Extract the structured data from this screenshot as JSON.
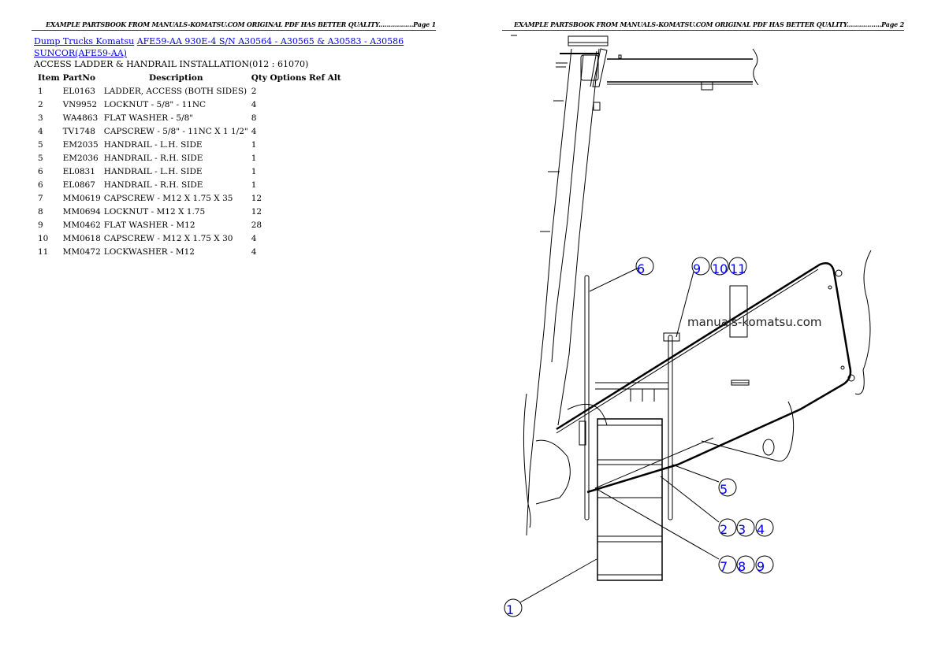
{
  "pages": [
    {
      "header": "EXAMPLE PARTSBOOK FROM MANUALS-KOMATSU.COM ORIGINAL PDF HAS BETTER QUALITY.................Page 1"
    },
    {
      "header": "EXAMPLE PARTSBOOK FROM MANUALS-KOMATSU.COM ORIGINAL PDF HAS BETTER QUALITY.................Page 2"
    }
  ],
  "breadcrumb": {
    "link1": "Dump Trucks Komatsu",
    "link2": "AFE59-AA 930E-4 S/N A30564 - A30565 & A30583 - A30586 SUNCOR(AFE59-AA)"
  },
  "section_title": "ACCESS LADDER & HANDRAIL INSTALLATION(012 : 61070)",
  "table": {
    "headers": {
      "item": "Item",
      "partno": "PartNo",
      "description": "Description",
      "qty": "Qty",
      "options": "Options",
      "ref": "Ref",
      "alt": "Alt"
    },
    "rows": [
      {
        "item": "1",
        "partno": "EL0163",
        "description": "LADDER, ACCESS (BOTH SIDES)",
        "qty": "2"
      },
      {
        "item": "2",
        "partno": "VN9952",
        "description": "LOCKNUT - 5/8\" - 11NC",
        "qty": "4"
      },
      {
        "item": "3",
        "partno": "WA4863",
        "description": "FLAT WASHER - 5/8\"",
        "qty": "8"
      },
      {
        "item": "4",
        "partno": "TV1748",
        "description": "CAPSCREW - 5/8\" - 11NC X 1 1/2\"",
        "qty": "4"
      },
      {
        "item": "5",
        "partno": "EM2035",
        "description": "HANDRAIL - L.H. SIDE",
        "qty": "1"
      },
      {
        "item": "5",
        "partno": "EM2036",
        "description": "HANDRAIL - R.H. SIDE",
        "qty": "1"
      },
      {
        "item": "6",
        "partno": "EL0831",
        "description": "HANDRAIL - L.H. SIDE",
        "qty": "1"
      },
      {
        "item": "6",
        "partno": "EL0867",
        "description": "HANDRAIL - R.H. SIDE",
        "qty": "1"
      },
      {
        "item": "7",
        "partno": "MM0619",
        "description": "CAPSCREW - M12 X 1.75 X 35",
        "qty": "12"
      },
      {
        "item": "8",
        "partno": "MM0694",
        "description": "LOCKNUT - M12 X 1.75",
        "qty": "12"
      },
      {
        "item": "9",
        "partno": "MM0462",
        "description": "FLAT WASHER - M12",
        "qty": "28"
      },
      {
        "item": "10",
        "partno": "MM0618",
        "description": "CAPSCREW - M12 X 1.75 X 30",
        "qty": "4"
      },
      {
        "item": "11",
        "partno": "MM0472",
        "description": "LOCKWASHER - M12",
        "qty": "4"
      }
    ]
  },
  "diagram": {
    "watermark": "manuals-komatsu.com",
    "callouts": [
      {
        "label": "6"
      },
      {
        "label": "9"
      },
      {
        "label": "10"
      },
      {
        "label": "11"
      },
      {
        "label": "5"
      },
      {
        "label": "2"
      },
      {
        "label": "3"
      },
      {
        "label": "4"
      },
      {
        "label": "7"
      },
      {
        "label": "8"
      },
      {
        "label": "9"
      },
      {
        "label": "1"
      }
    ]
  },
  "colors": {
    "link": "#0000ee",
    "callout": "#0000ff"
  }
}
